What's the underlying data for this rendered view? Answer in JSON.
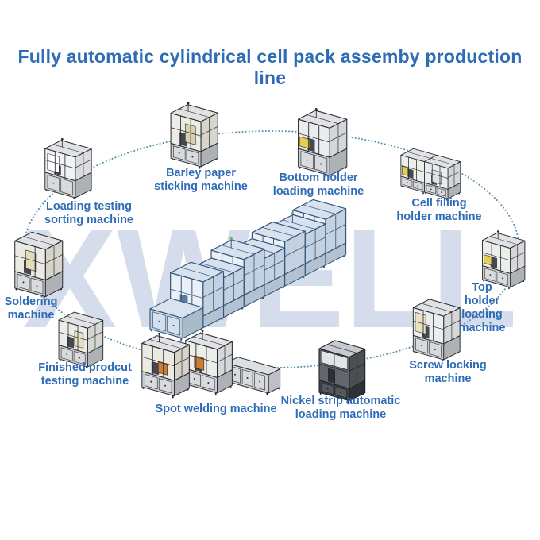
{
  "title": {
    "text": "Fully automatic cylindrical cell pack assemby production line"
  },
  "watermark": {
    "text": "XWELL"
  },
  "theme": {
    "title_color": "#2e6cb6",
    "label_color": "#2e6cb6",
    "watermark_color": "#d5ddec",
    "flow_dot_color": "#5b92a8"
  },
  "machines": [
    {
      "id": "barley-paper-sticking",
      "label": "Barley paper\nsticking machine"
    },
    {
      "id": "bottom-holder-loading",
      "label": "Bottom holder\nloading machine"
    },
    {
      "id": "loading-testing-sorting",
      "label": "Loading testing\nsorting machine"
    },
    {
      "id": "cell-filling-holder",
      "label": "Cell filling\nholder machine"
    },
    {
      "id": "top-holder-loading",
      "label": "Top holder\nloading machine"
    },
    {
      "id": "screw-locking",
      "label": "Screw locking machine"
    },
    {
      "id": "soldering",
      "label": "Soldering\nmachine"
    },
    {
      "id": "finished-product-testing",
      "label": "Finished prodcut\ntesting machine"
    },
    {
      "id": "spot-welding",
      "label": "Spot welding machine"
    },
    {
      "id": "nickel-strip-automatic-loading",
      "label": "Nickel strip automatic\nloading machine"
    }
  ]
}
